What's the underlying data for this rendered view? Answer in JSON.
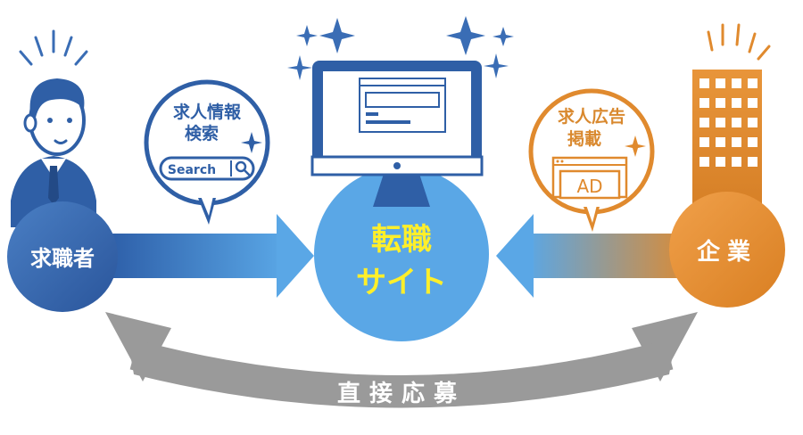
{
  "job_seeker": {
    "label": "求職者",
    "color": "#3a6db5"
  },
  "company": {
    "label": "企業",
    "color": "#e08a2e"
  },
  "site": {
    "line1": "転職",
    "line2": "サイト",
    "color": "#5aa7e6",
    "text_color": "#ffef2a"
  },
  "search_bubble": {
    "line1": "求人情報",
    "line2": "検索",
    "search_text": "Search"
  },
  "ad_bubble": {
    "line1": "求人広告",
    "line2": "掲載",
    "ad_text": "AD"
  },
  "direct_apply": {
    "label": "直接応募",
    "color": "#9a9a9a"
  },
  "icons": [
    "person-icon",
    "building-icon",
    "computer-icon",
    "sparkle-icon",
    "magnifier-icon"
  ]
}
